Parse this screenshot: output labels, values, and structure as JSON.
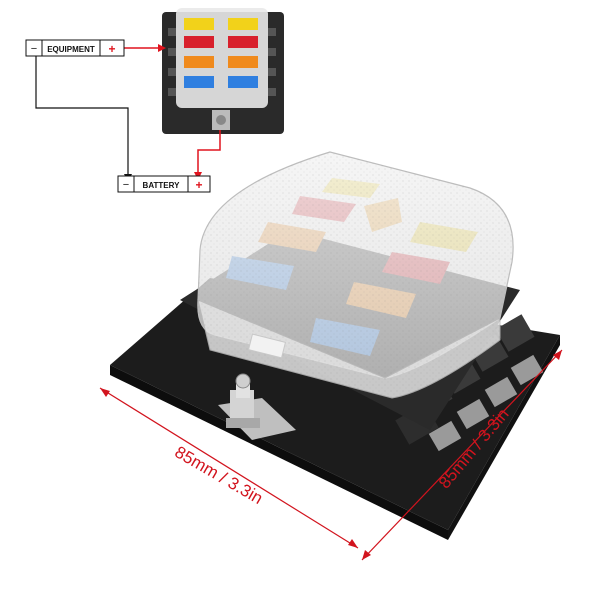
{
  "wiring": {
    "equipment": {
      "minus": "−",
      "label": "EQUIPMENT",
      "plus": "+"
    },
    "battery": {
      "minus": "−",
      "label": "BATTERY",
      "plus": "+"
    }
  },
  "dimensions": {
    "width_label": "85mm / 3.3in",
    "depth_label": "85mm / 3.3in"
  },
  "colors": {
    "wire_negative": "#111111",
    "wire_positive": "#e0141e",
    "dimension_line": "#d2141e",
    "base": "#1c1c1c",
    "fuse_yellow": "#f2d21a",
    "fuse_red": "#d8202c",
    "fuse_orange": "#f08a1c",
    "fuse_blue": "#2f7fe0"
  }
}
